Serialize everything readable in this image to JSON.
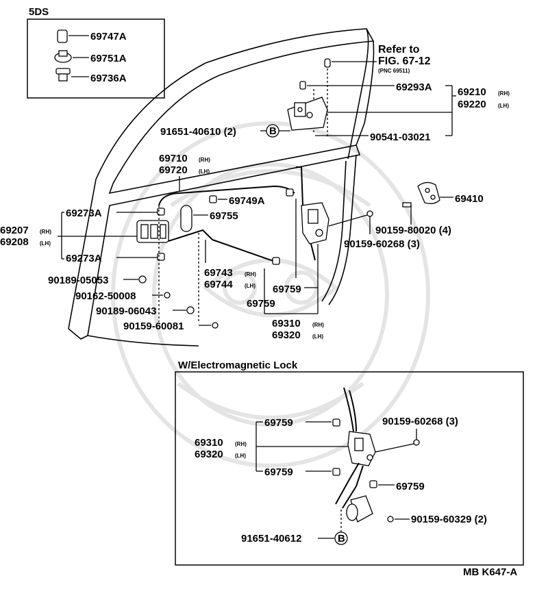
{
  "section_label": "5DS",
  "clip_box": {
    "parts": [
      "69747A",
      "69751A",
      "69736A"
    ]
  },
  "reference": {
    "line1": "Refer to",
    "line2": "FIG. 67-12",
    "line3": "(PNC 69511)"
  },
  "main_labels": {
    "p69293A": "69293A",
    "p69210": "69210",
    "p69220": "69220",
    "p91651_40610": "91651-40610 (2)",
    "p90541_03021": "90541-03021",
    "p69710": "69710",
    "p69720": "69720",
    "p69749A": "69749A",
    "p69755": "69755",
    "p69273A_top": "69273A",
    "p69207": "69207",
    "p69208": "69208",
    "p69273A_bottom": "69273A",
    "p69410": "69410",
    "p90159_80020": "90159-80020 (4)",
    "p90159_60268": "90159-60268 (3)",
    "p90189_05053": "90189-05053",
    "p69743": "69743",
    "p69744": "69744",
    "p69759_a": "69759",
    "p90162_50008": "90162-50008",
    "p69759_b": "69759",
    "p90189_06043": "90189-06043",
    "p69310": "69310",
    "p69320": "69320",
    "p90159_60081": "90159-60081"
  },
  "sides": {
    "rh": "(RH)",
    "lh": "(LH)"
  },
  "circle_b": "B",
  "electromagnetic": {
    "title": "W/Electromagnetic Lock",
    "p69759_top": "69759",
    "p90159_60268": "90159-60268 (3)",
    "p69310": "69310",
    "p69320": "69320",
    "p69759_mid": "69759",
    "p69759_right": "69759",
    "p90159_60329": "90159-60329 (2)",
    "p91651_40612": "91651-40612"
  },
  "figure_code": "MB K647-A"
}
